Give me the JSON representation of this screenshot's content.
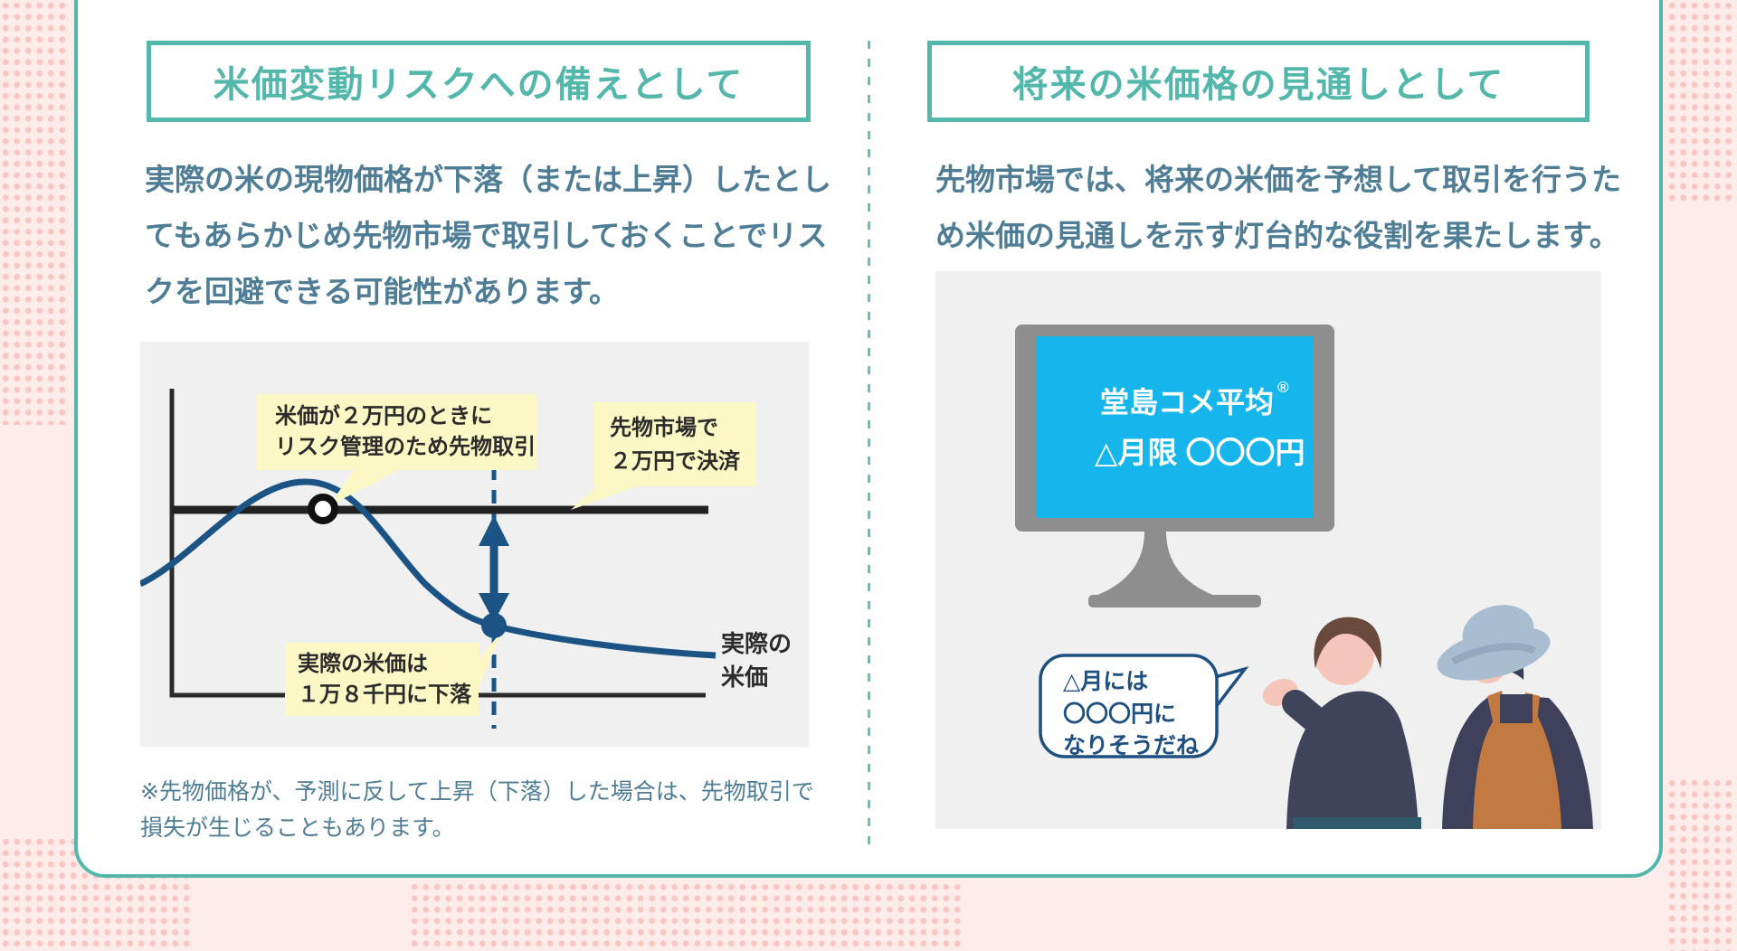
{
  "colors": {
    "page_background": "#fdecea",
    "dot_pattern": "#f8c7c3",
    "card_border_teal": "#53b7ab",
    "divider_teal": "#68c0b7",
    "heading_teal": "#53b7ab",
    "body_text": "#4e7d95",
    "chart_background": "#f0f0f0",
    "chart_line_black": "#222222",
    "chart_curve_blue": "#1b5484",
    "callout_yellow": "#fcf8c5",
    "callout_text": "#2b2b2b",
    "monitor_frame_gray": "#8e8e8e",
    "monitor_screen_blue": "#16b5eb",
    "speech_bubble_blue": "#1d4f80"
  },
  "left_panel": {
    "title": "米価変動リスクへの備えとして",
    "body_lines": [
      "実際の米の現物価格が下落（または上昇）したとし",
      "てもあらかじめ先物市場で取引しておくことでリス",
      "クを回避できる可能性があります。"
    ],
    "chart": {
      "type": "conceptual-line",
      "callout_hedge": [
        "米価が２万円のときに",
        "リスク管理のため先物取引"
      ],
      "callout_settle": [
        "先物市場で",
        "２万円で決済"
      ],
      "callout_drop": [
        "実際の米価は",
        "１万８千円に下落"
      ],
      "actual_price_label": [
        "実際の",
        "米価"
      ],
      "futures_price_level": "2万円",
      "actual_price_level": "1万8千円"
    },
    "footnote_lines": [
      "※先物価格が、予測に反して上昇（下落）した場合は、先物取引で",
      "損失が生じることもあります。"
    ]
  },
  "right_panel": {
    "title": "将来の米価格の見通しとして",
    "body_lines": [
      "先物市場では、将来の米価を予想して取引を行うた",
      "め米価の見通しを示す灯台的な役割を果たします。"
    ],
    "monitor": {
      "line1": "堂島コメ平均",
      "reg_mark": "®",
      "line2": "△月限 〇〇〇円"
    },
    "speech_bubble_lines": [
      "△月には",
      "〇〇〇円に",
      "なりそうだね"
    ]
  }
}
